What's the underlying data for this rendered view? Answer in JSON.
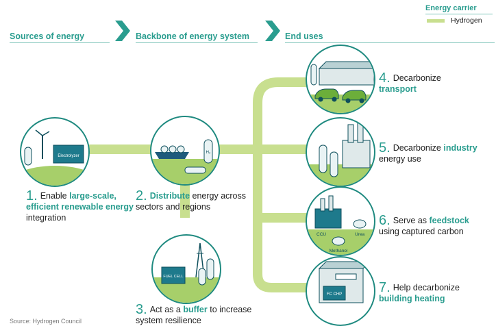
{
  "legend": {
    "title": "Energy carrier",
    "items": [
      {
        "label": "Hydrogen",
        "color": "#c8df8f"
      }
    ]
  },
  "headers": {
    "sources": "Sources of energy",
    "backbone": "Backbone of energy system",
    "end_uses": "End uses"
  },
  "colors": {
    "accent": "#2a9d8f",
    "pipe": "#c8df8f",
    "circle_stroke": "#1f8a80"
  },
  "steps": [
    {
      "n": "1.",
      "pre": "Enable ",
      "hl": "large-scale, efficient renewable energy",
      "post": " integration",
      "icon": "electrolyzer-icon"
    },
    {
      "n": "2.",
      "pre": "",
      "hl": "Distribute",
      "post": " energy across sectors and regions",
      "icon": "ship-icon"
    },
    {
      "n": "3.",
      "pre": "Act as a ",
      "hl": "buffer",
      "post": " to increase system resilience",
      "icon": "fuel-cell-icon"
    },
    {
      "n": "4.",
      "pre": "Decarbonize ",
      "hl": "transport",
      "post": "",
      "icon": "car-icon"
    },
    {
      "n": "5.",
      "pre": "Decarbonize ",
      "hl": "industry",
      "post": " energy use",
      "icon": "factory-icon"
    },
    {
      "n": "6.",
      "pre": "Serve as ",
      "hl": "feedstock",
      "post": " using captured carbon",
      "icon": "refinery-icon"
    },
    {
      "n": "7.",
      "pre": "Help decarbonize ",
      "hl": "building heating",
      "post": "",
      "icon": "building-icon"
    }
  ],
  "icon_labels": {
    "electrolyzer": "Electrolyzer",
    "fuel_cell": "FUEL CELL",
    "ccu": "CCU",
    "urea": "Urea",
    "methanol": "Methanol",
    "fc_chp": "FC CHP",
    "h2": "H₂"
  },
  "source": "Source: Hydrogen Council"
}
